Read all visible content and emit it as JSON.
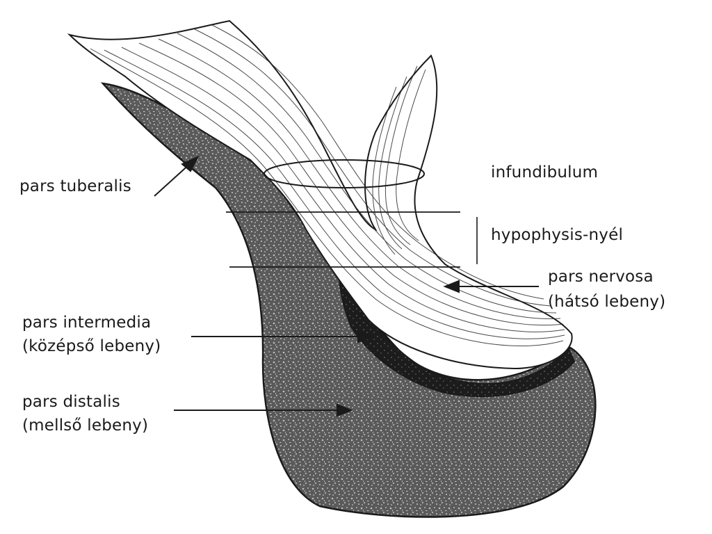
{
  "labels": {
    "pars_tuberalis": "pars tuberalis",
    "infundibulum": "infundibulum",
    "hypophysis_nyel": "hypophysis-nyél",
    "pars_nervosa": "pars nervosa",
    "pars_nervosa_sub": "(hátsó lebeny)",
    "pars_intermedia": "pars intermedia",
    "pars_intermedia_sub": "(középső lebeny)",
    "pars_distalis": "pars distalis",
    "pars_distalis_sub": "(mellső lebeny)"
  },
  "colors": {
    "ink": "#1a1a1a",
    "tissue_dark": "#555555",
    "tissue_speckle": "#9a9a9a",
    "intermedia": "#1c1c1c",
    "background": "#ffffff"
  }
}
